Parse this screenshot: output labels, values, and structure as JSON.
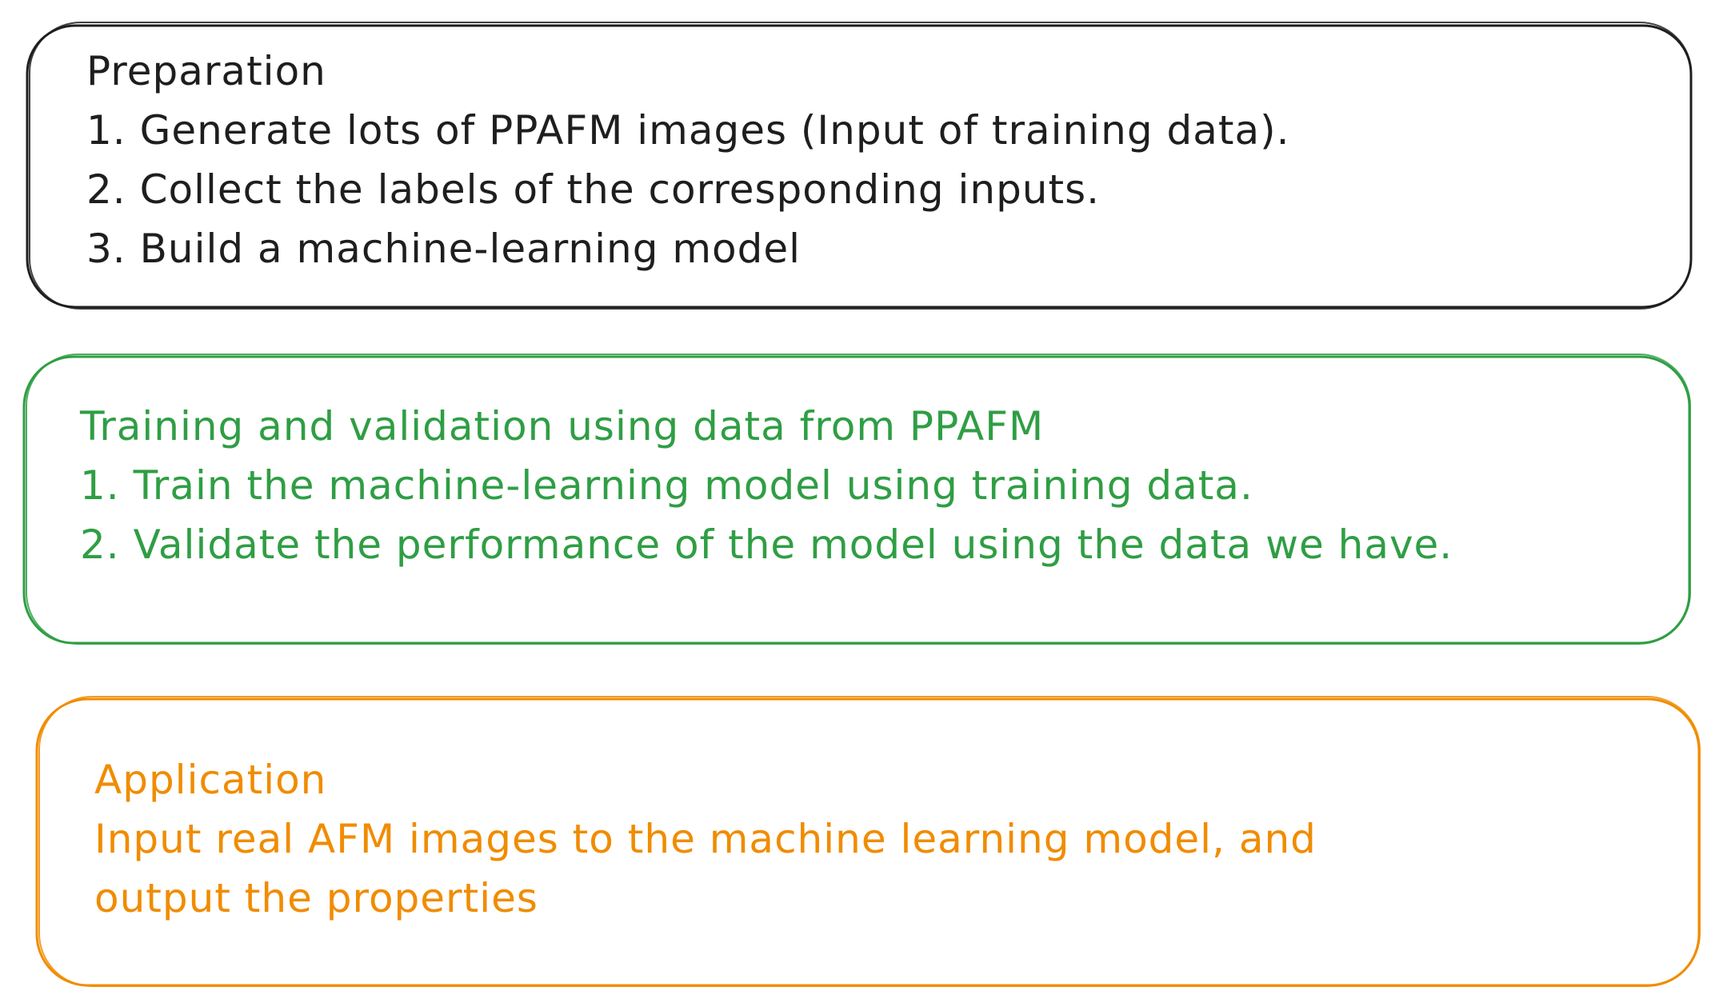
{
  "boxes": [
    {
      "id": "preparation",
      "color": "#1e1e1e",
      "lines": [
        "Preparation",
        "1. Generate lots of PPAFM images (Input of training data).",
        "2. Collect the labels of the corresponding inputs.",
        "3. Build a machine-learning model"
      ]
    },
    {
      "id": "training-validation",
      "color": "#2f9e44",
      "lines": [
        "Training and validation using data from PPAFM",
        "1. Train the machine-learning model using training data.",
        "2. Validate the performance of the model using the data we have."
      ]
    },
    {
      "id": "application",
      "color": "#f08c00",
      "lines": [
        "Application",
        "Input real AFM images to the machine learning model, and",
        "output the properties"
      ]
    }
  ]
}
